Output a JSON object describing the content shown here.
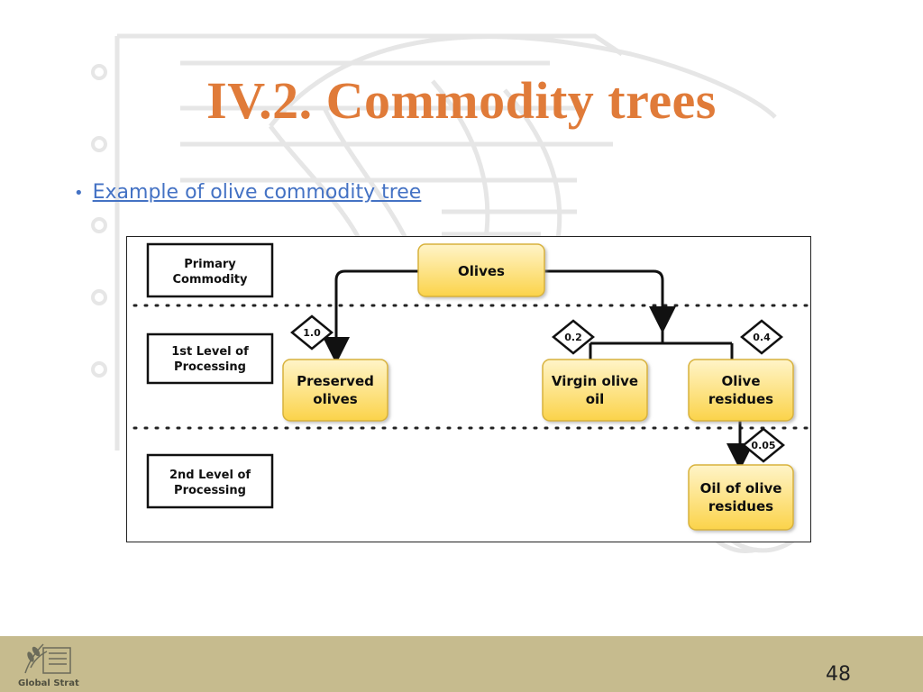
{
  "slide": {
    "title": "IV.2. Commodity trees",
    "bullet": "Example of olive commodity tree",
    "page_number": "48"
  },
  "diagram": {
    "levels": [
      "Primary Commodity",
      "1st Level of Processing",
      "2nd Level of Processing"
    ],
    "nodes": {
      "olives": "Olives",
      "preserved_olives": "Preserved olives",
      "virgin_olive_oil": "Virgin olive oil",
      "olive_residues": "Olive residues",
      "oil_of_olive_residues": "Oil of olive residues"
    },
    "coefficients": {
      "preserved_olives": "1.0",
      "virgin_olive_oil": "0.2",
      "olive_residues": "0.4",
      "oil_of_olive_residues": "0.05"
    }
  },
  "colors": {
    "title": "#e07b39",
    "link": "#4472c4",
    "node_fill_top": "#fff2c0",
    "node_fill_bottom": "#fbd54c",
    "node_border": "#d9b23a",
    "footer": "#c6bb8e"
  },
  "footer": {
    "logo_text": "Global Strategy"
  }
}
